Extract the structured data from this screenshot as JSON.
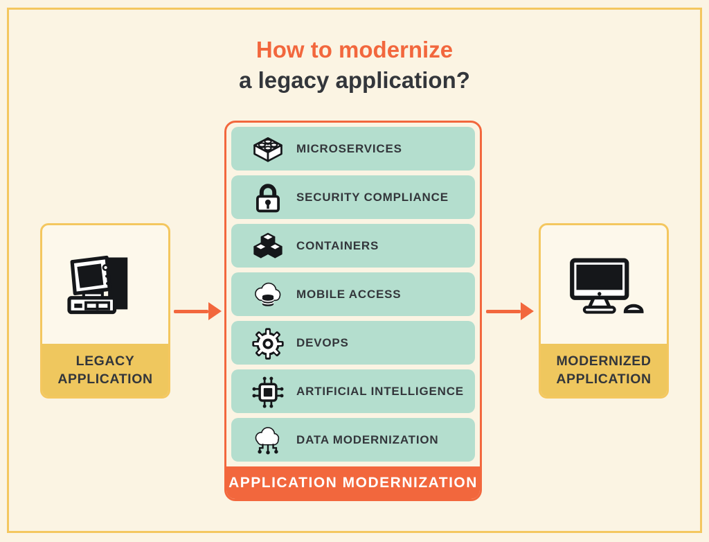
{
  "colors": {
    "background": "#FBF4E3",
    "frame_yellow": "#F4C75F",
    "accent_orange": "#F2673D",
    "row_teal": "#B4DECE",
    "label_gold": "#EFC75E",
    "text_dark": "#33363B",
    "icon_black": "#15171A",
    "footer_text": "#FFFFFF"
  },
  "title": {
    "line1": "How to modernize",
    "line2": "a legacy application?"
  },
  "legacy_box": {
    "icon": "retro-computer-icon",
    "label_line1": "LEGACY",
    "label_line2": "APPLICATION"
  },
  "modernized_box": {
    "icon": "desktop-computer-icon",
    "label_line1": "MODERNIZED",
    "label_line2": "APPLICATION"
  },
  "panel": {
    "items": [
      {
        "label": "MICROSERVICES",
        "icon": "lego-brick-icon"
      },
      {
        "label": "SECURITY COMPLIANCE",
        "icon": "padlock-icon"
      },
      {
        "label": "CONTAINERS",
        "icon": "cubes-icon"
      },
      {
        "label": "MOBILE ACCESS",
        "icon": "cloud-database-icon"
      },
      {
        "label": "DEVOPS",
        "icon": "gear-icon"
      },
      {
        "label": "ARTIFICIAL INTELLIGENCE",
        "icon": "ai-chip-icon"
      },
      {
        "label": "DATA MODERNIZATION",
        "icon": "cloud-network-icon"
      }
    ],
    "footer_label": "APPLICATION MODERNIZATION"
  }
}
